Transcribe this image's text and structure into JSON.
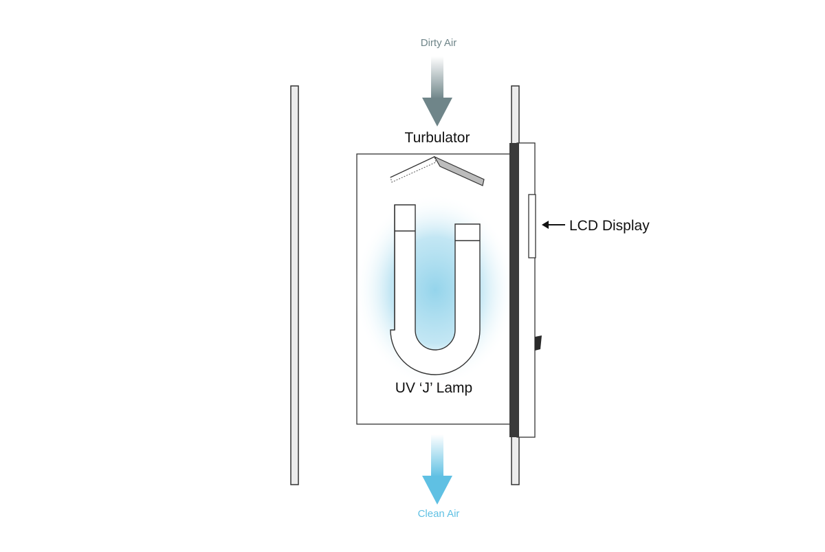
{
  "labels": {
    "dirty_air": "Dirty Air",
    "clean_air": "Clean Air",
    "turbulator": "Turbulator",
    "uv_lamp": "UV ‘J’ Lamp",
    "lcd_display": "LCD Display"
  },
  "colors": {
    "dirty_air": "#6f8589",
    "clean_air": "#68c4e4",
    "outline": "#333333",
    "duct_wall": "#e8e8e8",
    "mount_plate": "#3a3a3a",
    "uv_glow": "#8fd2ea"
  },
  "icons": {
    "top_arrow": "arrow-down-icon",
    "bottom_arrow": "arrow-down-icon",
    "lcd_pointer": "arrow-left-icon"
  }
}
